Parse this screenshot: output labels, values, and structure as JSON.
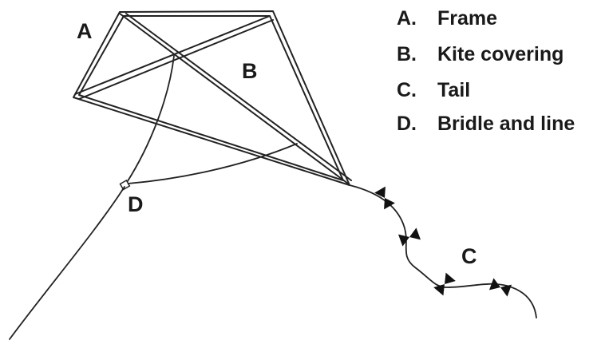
{
  "labels": {
    "frame": "A",
    "covering": "B",
    "tail": "C",
    "bridle": "D"
  },
  "legend": [
    {
      "key": "A.",
      "text": "Frame"
    },
    {
      "key": "B.",
      "text": "Kite covering"
    },
    {
      "key": "C.",
      "text": "Tail"
    },
    {
      "key": "D.",
      "text": "Bridle and line"
    }
  ]
}
